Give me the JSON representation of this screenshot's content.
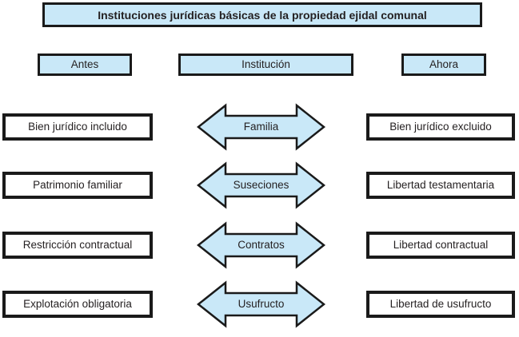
{
  "title": "Instituciones jurídicas básicas de la propiedad ejidal comunal",
  "columns": {
    "before": "Antes",
    "institution": "Institución",
    "after": "Ahora"
  },
  "rows": [
    {
      "before": "Bien jurídico incluido",
      "institution": "Familia",
      "after": "Bien jurídico excluido"
    },
    {
      "before": "Patrimonio familiar",
      "institution": "Suseciones",
      "after": "Libertad testamentaria"
    },
    {
      "before": "Restricción contractual",
      "institution": "Contratos",
      "after": "Libertad contractual"
    },
    {
      "before": "Explotación obligatoria",
      "institution": "Usufructo",
      "after": "Libertad de usufructo"
    }
  ],
  "colors": {
    "fill_blue": "#c9e8f8",
    "border_black": "#1a1a1a",
    "text": "#231f20",
    "box_fill_white": "#ffffff"
  },
  "icons": {
    "arrow": "double-headed-horizontal-arrow"
  }
}
